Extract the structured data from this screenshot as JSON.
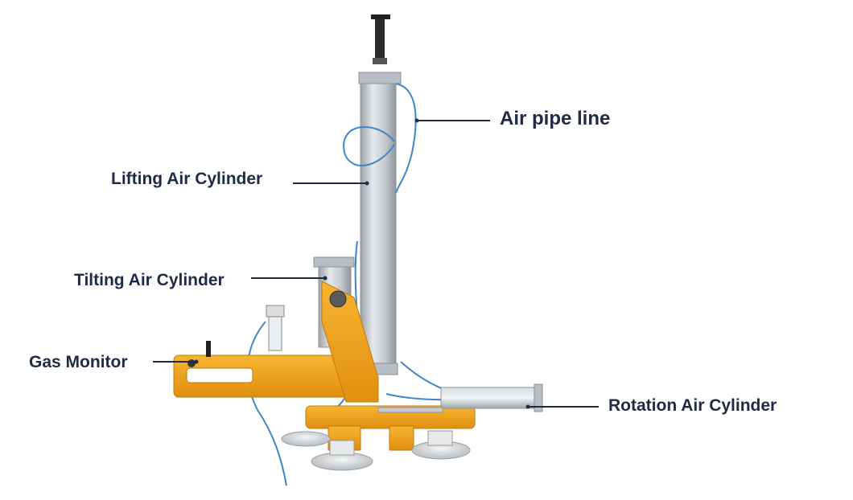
{
  "labels": {
    "air_pipe_line": "Air pipe line",
    "lifting_air_cylinder": "Lifting Air Cylinder",
    "tilting_air_cylinder": "Tilting Air Cylinder",
    "gas_monitor": "Gas Monitor",
    "rotation_air_cylinder": "Rotation Air Cylinder"
  },
  "colors": {
    "label_text": "#1f2a44",
    "leader_line": "#1f2a44",
    "frame_orange": "#f2a31b",
    "cylinder_silver": "#c9ced3",
    "air_hose_blue": "#3f86c8",
    "suction_cup_gray": "#cfd3d6",
    "background": "#ffffff"
  }
}
